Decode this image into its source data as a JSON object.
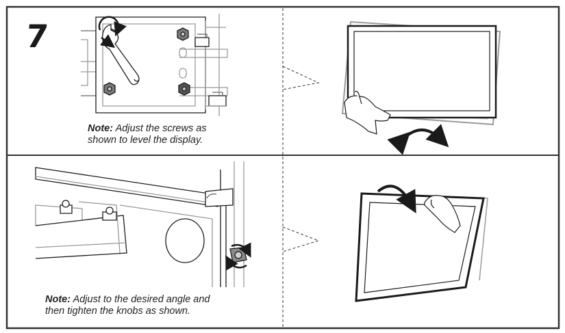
{
  "step": {
    "number": "7"
  },
  "notes": {
    "top": {
      "label": "Note:",
      "line1": "Adjust the screws as",
      "line2": "shown to level the display."
    },
    "bottom": {
      "label": "Note:",
      "line1": "Adjust to the desired angle and",
      "line2": "then tighten the knobs as shown."
    }
  },
  "colors": {
    "line": "#1a1a1a",
    "frame": "#333333",
    "light_gray": "#9a9a9a",
    "knob": "#8a8a8a"
  },
  "icons": [
    "wrench-icon",
    "nut-icon",
    "rotate-arrow-icon",
    "hand-icon",
    "knob-icon",
    "curved-arrow-icon"
  ]
}
